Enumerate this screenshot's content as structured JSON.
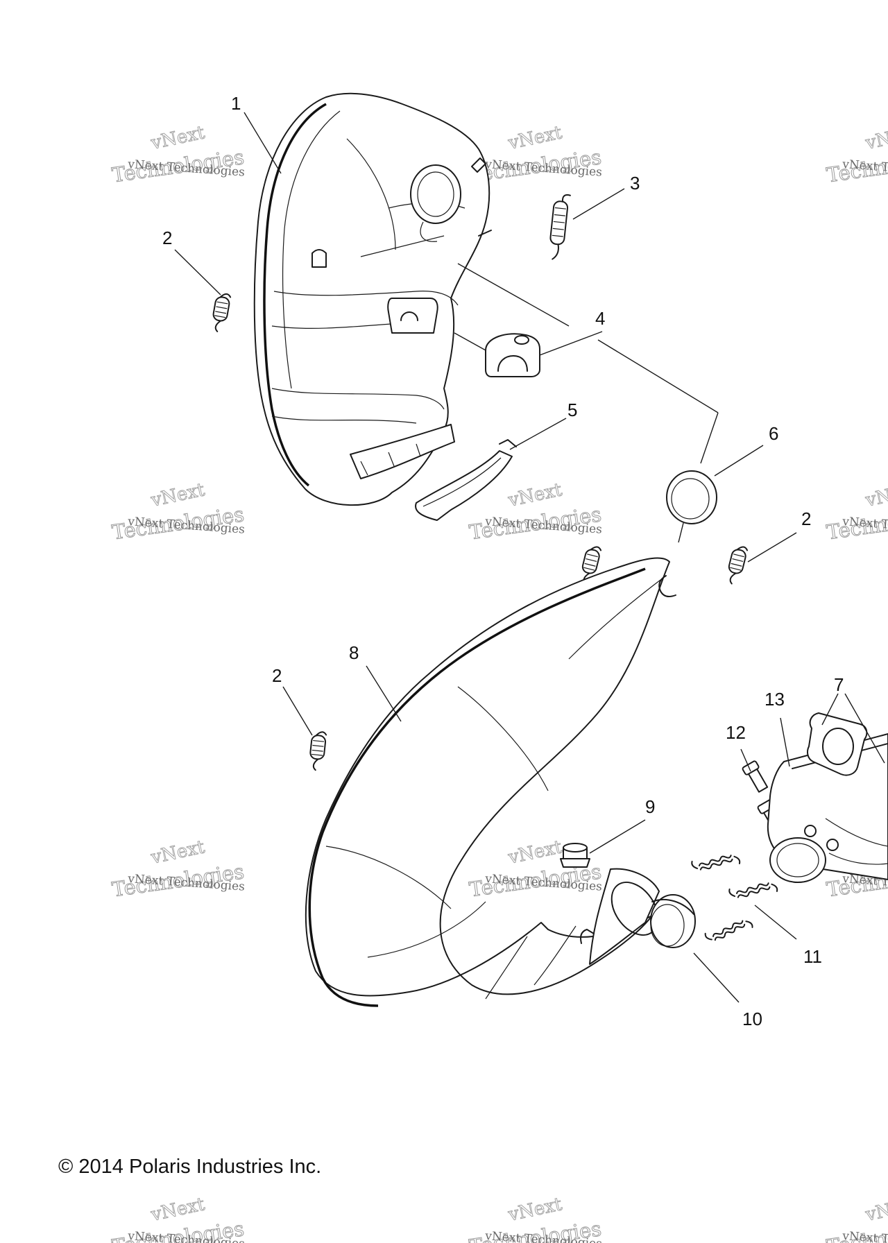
{
  "callouts": {
    "c1": "1",
    "c2a": "2",
    "c3": "3",
    "c4": "4",
    "c5": "5",
    "c6": "6",
    "c2b": "2",
    "c2c": "2",
    "c8": "8",
    "c7": "7",
    "c13": "13",
    "c12": "12",
    "c9": "9",
    "c11": "11",
    "c10": "10"
  },
  "watermark": {
    "line1": "vNext Technologies",
    "line2": "Technologies",
    "arc": "vNext"
  },
  "copyright": "© 2014 Polaris Industries Inc."
}
